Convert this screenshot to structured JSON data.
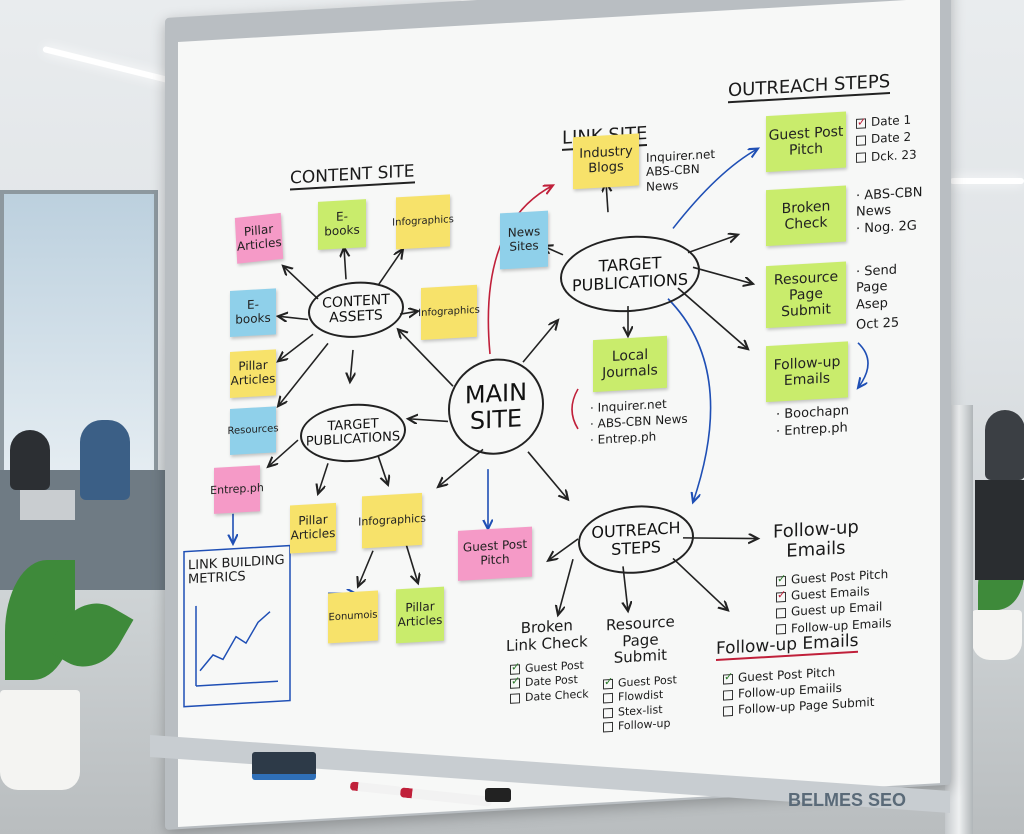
{
  "board": {
    "content_site": {
      "heading": "CONTENT SITE",
      "center": "CONTENT\nASSETS",
      "notes": [
        "Pillar Articles",
        "E-books",
        "Infographics",
        "E-books",
        "Infographics",
        "Pillar Articles",
        "Resources"
      ]
    },
    "target_pub_left": {
      "center": "TARGET\nPUBLICATIONS",
      "notes": [
        "Entrep.ph",
        "Pillar Articles",
        "Infographics",
        "Eonumois",
        "Pillar Articles"
      ]
    },
    "link_metrics": {
      "heading": "LINK BUILDING\nMETRICS"
    },
    "main_site": "MAIN\nSITE",
    "guest_post_pitch_note": "Guest Post\nPitch",
    "link_site": {
      "heading": "LINK SITE",
      "notes": [
        "Industry Blogs",
        "News Sites"
      ],
      "side_text": [
        "Inquirer.net",
        "ABS-CBN",
        "News"
      ]
    },
    "target_pub_right": {
      "center": "TARGET\nPUBLICATIONS",
      "local_note": "Local\nJournals",
      "list": [
        "· Inquirer.net",
        "· ABS-CBN News",
        "· Entrep.ph"
      ]
    },
    "outreach_top": {
      "heading": "OUTREACH STEPS",
      "notes": [
        "Guest Post Pitch",
        "Broken Check",
        "Resource Page Submit",
        "Follow-up Emails"
      ],
      "dates": [
        "Date 1",
        "Date 2",
        "Dck. 23"
      ],
      "broken_side": [
        "· ABS-CBN",
        "News",
        "· Nog. 2G"
      ],
      "resource_side": [
        "· Send",
        "Page",
        "Asep",
        "Oct 25"
      ],
      "follow_side": [
        "· Boochapn",
        "· Entrep.ph"
      ]
    },
    "outreach_center": {
      "center": "OUTREACH\nSTEPS",
      "followup_title": "Follow-up\nEmails",
      "followup_list": [
        "Guest Post Pitch",
        "Guest Emails",
        "Guest up Email",
        "Follow-up Emails"
      ]
    },
    "broken_link": {
      "title": "Broken\nLink Check",
      "list": [
        "Guest Post",
        "Date Post",
        "Date Check"
      ]
    },
    "resource_page": {
      "title": "Resource\nPage\nSubmit",
      "list": [
        "Guest Post",
        "Flowdist",
        "Stex-list",
        "Follow-up"
      ]
    },
    "followup_bottom": {
      "title": "Follow-up Emails",
      "list": [
        "Guest Post Pitch",
        "Follow-up Emaiils",
        "Follow-up Page Submit"
      ]
    },
    "logo": "BELMES SEO"
  },
  "colors": {
    "note_yellow": "#f7e26a",
    "note_pink": "#f59ac7",
    "note_blue": "#8fd0ea",
    "note_green": "#c9ec6c",
    "ink_blue": "#1f4fb5",
    "ink_red": "#c0203a"
  }
}
